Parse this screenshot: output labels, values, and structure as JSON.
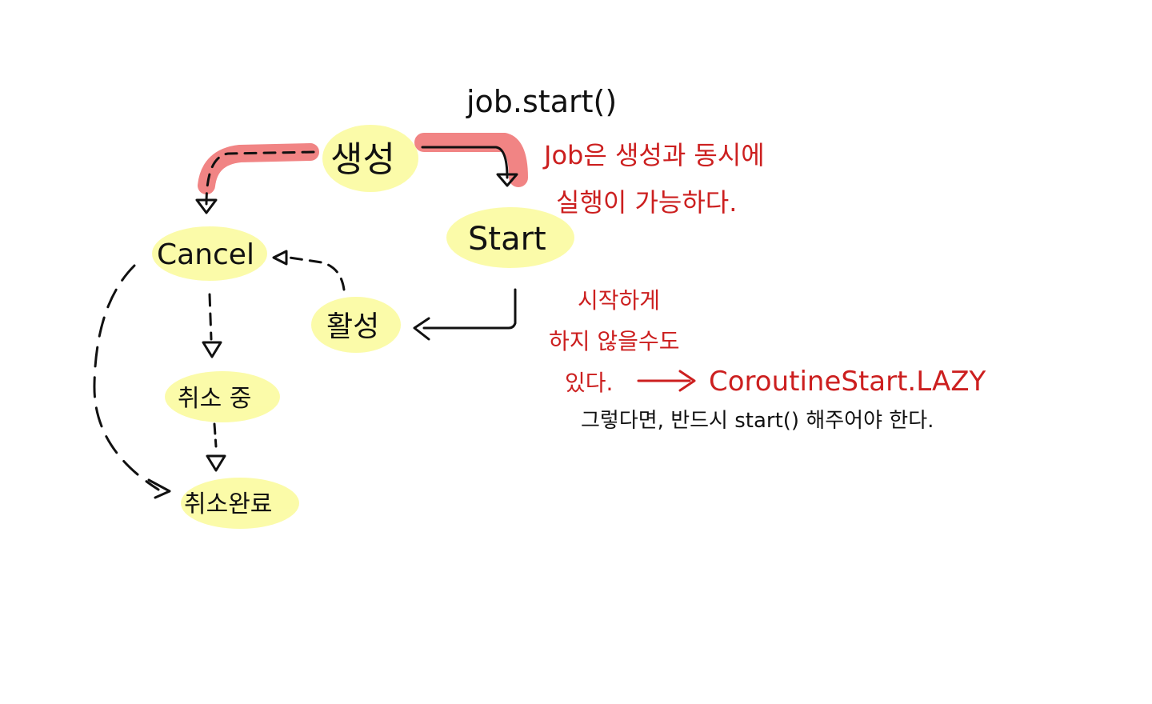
{
  "colors": {
    "ink": "#111111",
    "note_red": "#cc1f1f",
    "highlight_yellow": "#fafa8c",
    "highlight_pink": "#ee6f6f"
  },
  "labels": {
    "job_start": "job.start()",
    "created": "생성",
    "start": "Start",
    "cancel": "Cancel",
    "active": "활성",
    "cancelling": "취소 중",
    "cancelled": "취소완료"
  },
  "notes": {
    "note1_line1": "Job은 생성과 동시에",
    "note1_line2": "실행이 가능하다.",
    "note2_line1": "시작하게",
    "note2_line2": "하지 않을수도",
    "note2_line3": "있다.",
    "note2_lazy": "CoroutineStart.LAZY",
    "note3": "그렇다면, 반드시 start() 해주어야 한다."
  }
}
